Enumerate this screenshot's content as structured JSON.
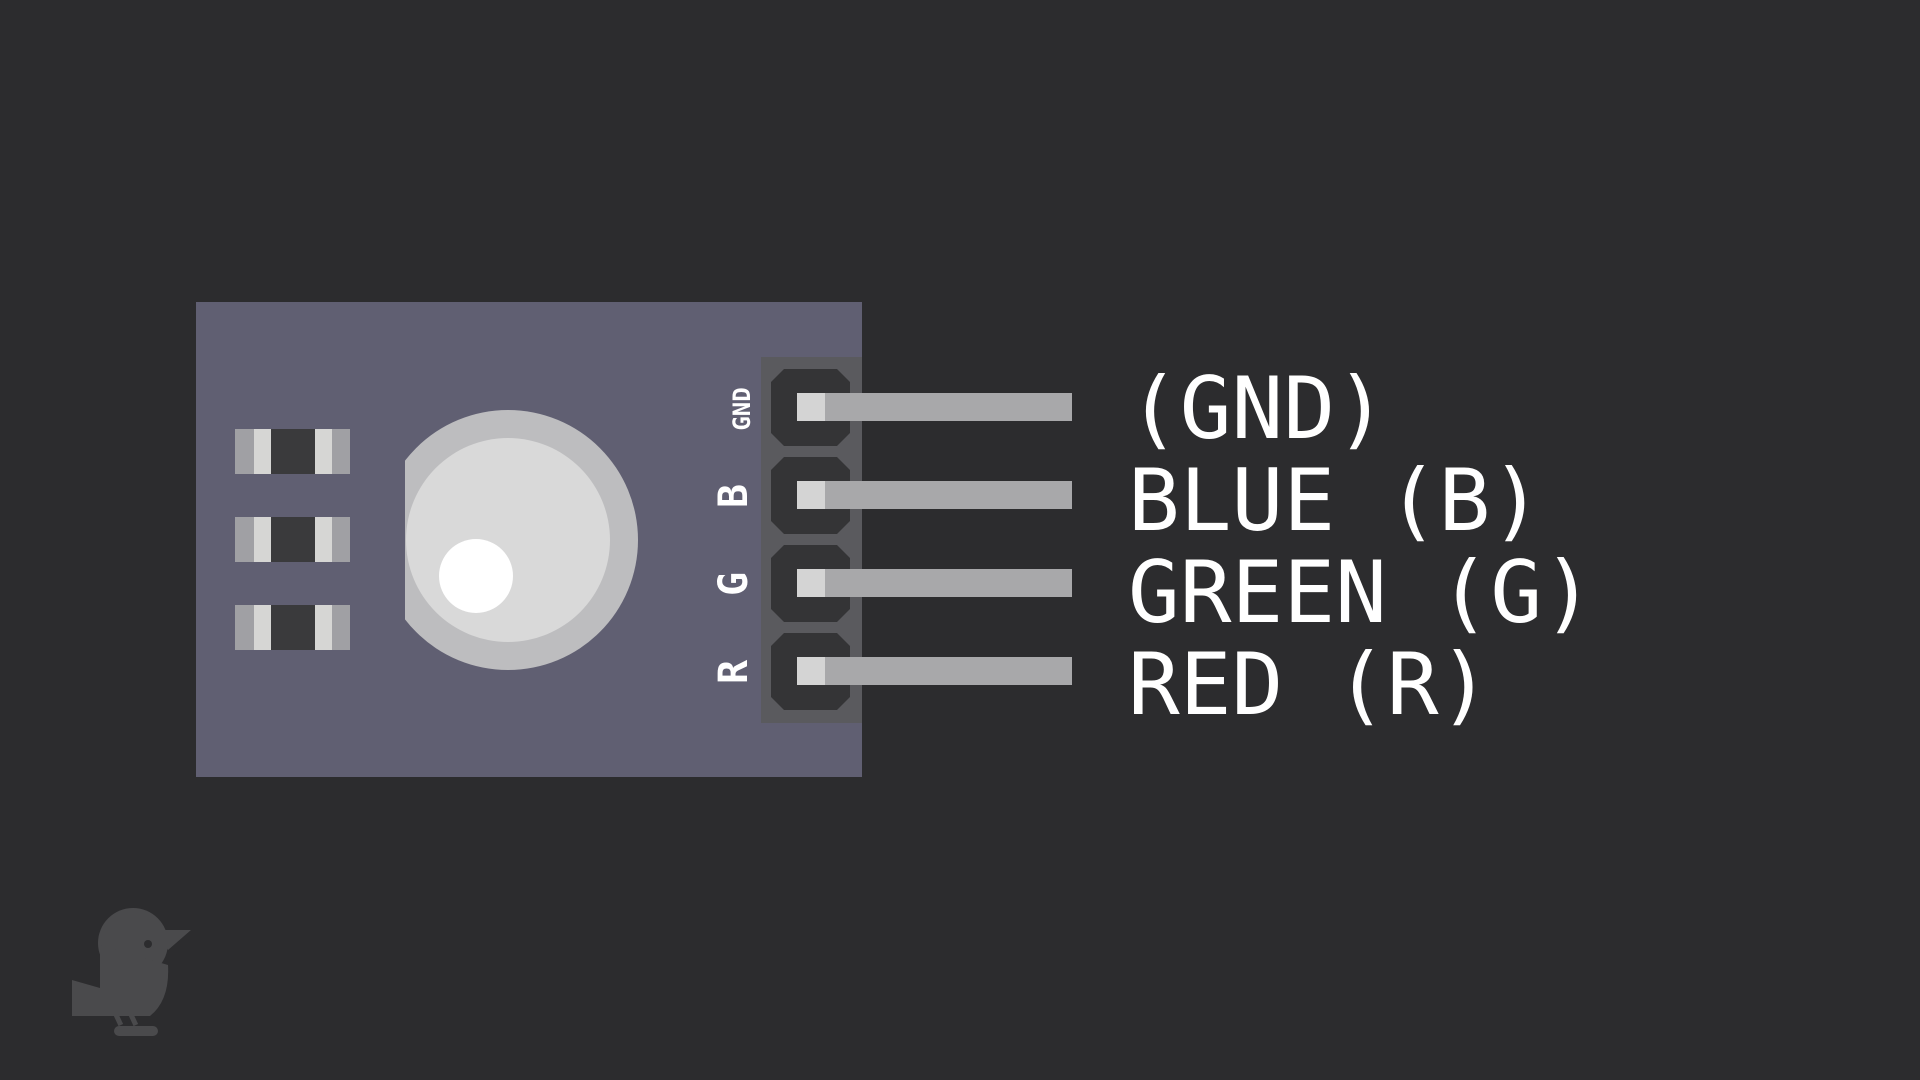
{
  "board": {
    "silkscreen": {
      "gnd": "GND",
      "b": "B",
      "g": "G",
      "r": "R"
    }
  },
  "pins": [
    {
      "id": "gnd",
      "label": "(GND)"
    },
    {
      "id": "blue",
      "label": "BLUE (B)"
    },
    {
      "id": "green",
      "label": "GREEN (G)"
    },
    {
      "id": "red",
      "label": "RED (R)"
    }
  ],
  "colors": {
    "background": "#2c2c2e",
    "board": "#605f72",
    "header": "#5a5a5e",
    "pin": "#a8a8aa",
    "label": "#ffffff"
  },
  "icons": {
    "logo": "bird-logo-icon"
  }
}
